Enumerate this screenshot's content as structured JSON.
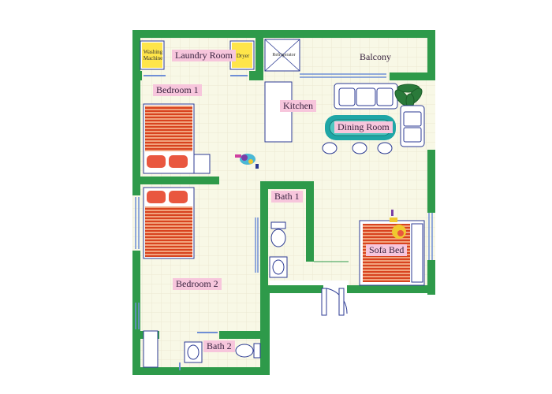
{
  "rooms": {
    "laundry_room": "Laundry Room",
    "balcony": "Balcony",
    "bedroom_1": "Bedroom 1",
    "kitchen": "Kitchen",
    "dining_room": "Dining Room",
    "bath_1": "Bath 1",
    "sofa_bed": "Sofa Bed",
    "bedroom_2": "Bedroom 2",
    "bath_2": "Bath 2"
  },
  "appliances": {
    "washing_machine": "Washing Machine",
    "dryer": "Dryer",
    "refrigerator": "Refrigerator"
  },
  "colors": {
    "wall": "#2e9a4a",
    "floor": "#f8f8e6",
    "grid": "#ebe9d2",
    "label_bg": "#f7c6dc",
    "bed_stripes": "#d8431f",
    "furniture_outline": "#2b3a93",
    "window": "#6f8fd6",
    "dining_table": "#1fa6a6"
  }
}
